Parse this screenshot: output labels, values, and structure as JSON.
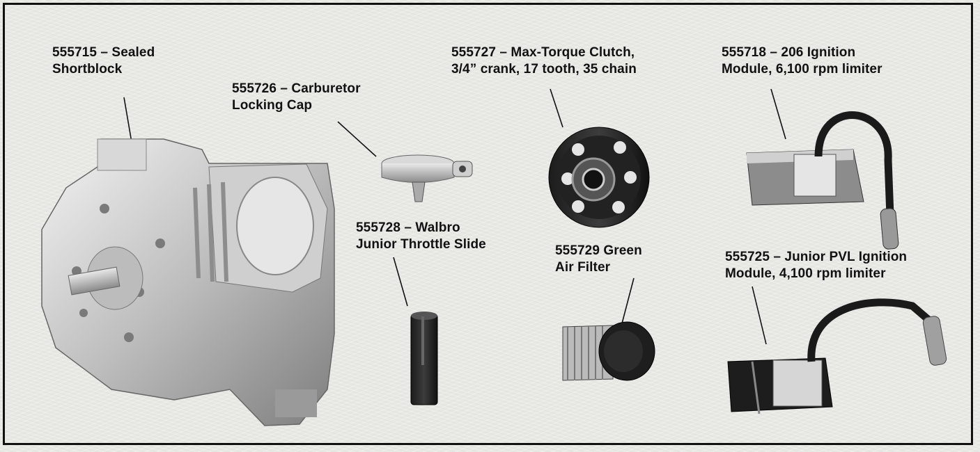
{
  "parts": [
    {
      "id": "shortblock",
      "lines": [
        "555715 – Sealed",
        "Shortblock"
      ]
    },
    {
      "id": "carb-cap",
      "lines": [
        "555726 – Carburetor",
        "Locking Cap"
      ]
    },
    {
      "id": "clutch",
      "lines": [
        "555727 – Max-Torque Clutch,",
        "3/4” crank, 17 tooth, 35 chain"
      ]
    },
    {
      "id": "ign-206",
      "lines": [
        "555718 – 206 Ignition",
        "Module, 6,100 rpm limiter"
      ]
    },
    {
      "id": "throttle-slide",
      "lines": [
        "555728 – Walbro",
        "Junior Throttle Slide"
      ]
    },
    {
      "id": "air-filter",
      "lines": [
        "555729 Green",
        "Air Filter"
      ]
    },
    {
      "id": "ign-pvl",
      "lines": [
        "555725 – Junior PVL Ignition",
        "Module, 4,100 rpm limiter"
      ]
    }
  ],
  "icons": {
    "shortblock": "engine-shortblock-icon",
    "carb-cap": "locking-cap-icon",
    "clutch": "clutch-sprocket-icon",
    "ign-206": "ignition-module-icon",
    "throttle-slide": "throttle-slide-icon",
    "air-filter": "air-filter-icon",
    "ign-pvl": "ignition-module-icon"
  },
  "colors": {
    "background": "#e9e9e6",
    "frame": "#111111",
    "text": "#111111"
  }
}
